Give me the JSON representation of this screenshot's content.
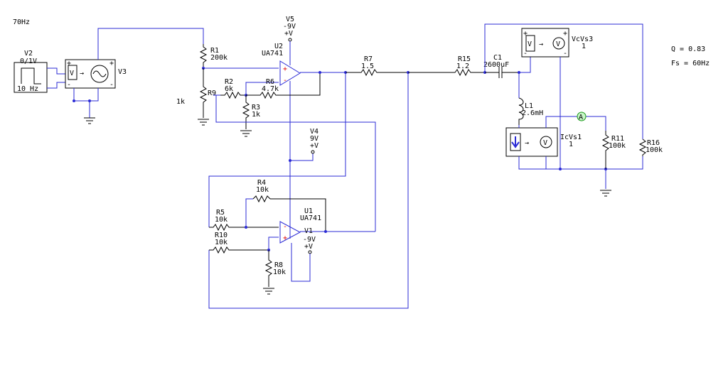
{
  "annotations": {
    "freq_note": "70Hz",
    "q": "Q = 0.83",
    "fs": "Fs = 60Hz",
    "loose_1k": "1k"
  },
  "sources": {
    "V2": {
      "name": "V2",
      "value": "0/1V",
      "freq": "10 Hz"
    },
    "V3": {
      "name": "V3"
    },
    "V5": {
      "name": "V5",
      "value": "-9V",
      "plus": "+V"
    },
    "V4": {
      "name": "V4",
      "value": "9V",
      "plus": "+V"
    },
    "V1": {
      "name": "V1",
      "value": "-9V",
      "plus": "+V"
    },
    "meter_v": "V",
    "meter_arrow": "→",
    "plus": "+",
    "minus": "-",
    "ammeter": "A"
  },
  "opamps": {
    "U2": {
      "name": "U2",
      "model": "UA741"
    },
    "U1": {
      "name": "U1",
      "model": "UA741"
    }
  },
  "resistors": {
    "R1": {
      "name": "R1",
      "value": "200k"
    },
    "R2": {
      "name": "R2",
      "value": "6k"
    },
    "R3": {
      "name": "R3",
      "value": "1k"
    },
    "R4": {
      "name": "R4",
      "value": "10k"
    },
    "R5": {
      "name": "R5",
      "value": "10k"
    },
    "R6": {
      "name": "R6",
      "value": "4.7k"
    },
    "R7": {
      "name": "R7",
      "value": "1.5"
    },
    "R8": {
      "name": "R8",
      "value": "10k"
    },
    "R9": {
      "name": "R9"
    },
    "R10": {
      "name": "R10",
      "value": "10k"
    },
    "R11": {
      "name": "R11",
      "value": "100k"
    },
    "R15": {
      "name": "R15",
      "value": "1.2"
    },
    "R16": {
      "name": "R16",
      "value": "100k"
    }
  },
  "capacitor": {
    "name": "C1",
    "value": "2600uF"
  },
  "inductor": {
    "name": "L1",
    "value": "2.6mH"
  },
  "probes": {
    "VcVs3": {
      "name": "VcVs3",
      "gain": "1"
    },
    "IcVs1": {
      "name": "IcVs1",
      "gain": "1"
    }
  }
}
